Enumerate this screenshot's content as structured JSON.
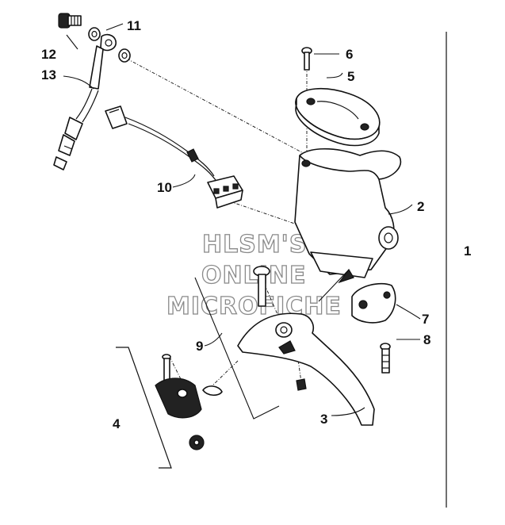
{
  "watermark": {
    "line1": "HLSM'S",
    "line2": "ONLINE",
    "line3": "MICROFICHE"
  },
  "callouts": {
    "assembly": "1",
    "master_cylinder": "2",
    "lever": "3",
    "switch": "4",
    "cap": "5",
    "cap_screw": "6",
    "clamp": "7",
    "clamp_bolt": "8",
    "pivot_bolt": "9",
    "brake_switch_harness": "10",
    "washers": "11",
    "banjo_bolt": "12",
    "brake_hose": "13"
  }
}
